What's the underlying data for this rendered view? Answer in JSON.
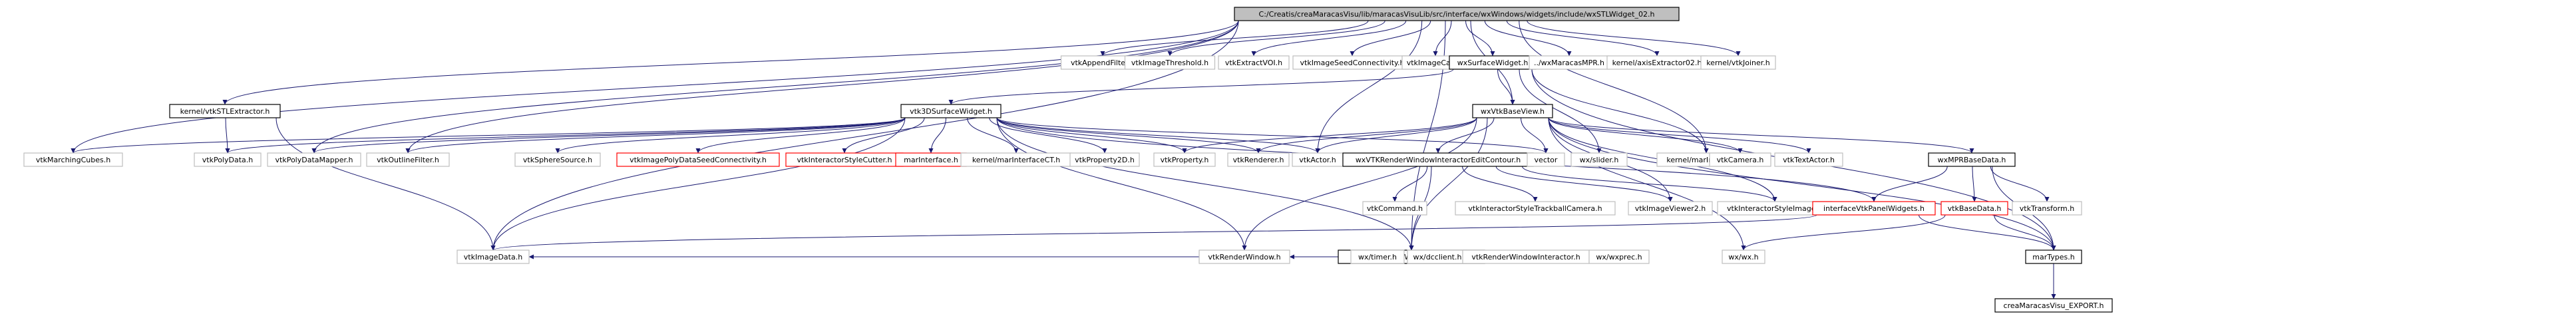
{
  "colors": {
    "edge": "#191970",
    "root_fill": "#bfbfbf",
    "plain_border": "#bfbfbf",
    "documented_border": "#000000",
    "undocumented_border": "#ff0000",
    "text": "#000000"
  },
  "root": {
    "label": "C:/Creatis/creaMaracasVisu/lib/maracasVisuLib/src/interface/wxWindows/widgets/include/wxSTLWidget_02.h"
  },
  "nodes": [
    {
      "id": "wxAppendFilter",
      "label": "vtkAppendFilter.h",
      "style": "plain"
    },
    {
      "id": "wxImageThreshold",
      "label": "vtkImageThreshold.h",
      "style": "plain"
    },
    {
      "id": "vtkExtractVOI",
      "label": "vtkExtractVOI.h",
      "style": "plain"
    },
    {
      "id": "vtkImageSeedConnectivity",
      "label": "vtkImageSeedConnectivity.h",
      "style": "plain"
    },
    {
      "id": "vtkImageCast",
      "label": "vtkImageCast.h",
      "style": "plain"
    },
    {
      "id": "wxSurfaceWidget",
      "label": "wxSurfaceWidget.h",
      "style": "documented"
    },
    {
      "id": "wxMaracasMPR",
      "label": "../wxMaracasMPR.h",
      "style": "plain"
    },
    {
      "id": "axisExtractor02",
      "label": "kernel/axisExtractor02.h",
      "style": "plain"
    },
    {
      "id": "vtkJoiner",
      "label": "kernel/vtkJoiner.h",
      "style": "plain"
    },
    {
      "id": "vtkSTLExtractor",
      "label": "kernel/vtkSTLExtractor.h",
      "style": "documented"
    },
    {
      "id": "vtk3DSurfaceWidget",
      "label": "vtk3DSurfaceWidget.h",
      "style": "documented"
    },
    {
      "id": "wxVtkBaseView",
      "label": "wxVtkBaseView.h",
      "style": "documented"
    },
    {
      "id": "wxslider",
      "label": "wx/slider.h",
      "style": "plain"
    },
    {
      "id": "marInterface",
      "label": "kernel/marInterface.h",
      "style": "plain"
    },
    {
      "id": "vtkMarchingCubes",
      "label": "vtkMarchingCubes.h",
      "style": "plain"
    },
    {
      "id": "vtkPolyData",
      "label": "vtkPolyData.h",
      "style": "plain"
    },
    {
      "id": "vtkPolyDataMapper",
      "label": "vtkPolyDataMapper.h",
      "style": "plain"
    },
    {
      "id": "vtkOutlineFilter",
      "label": "vtkOutlineFilter.h",
      "style": "plain"
    },
    {
      "id": "vtkSphereSource",
      "label": "vtkSphereSource.h",
      "style": "plain"
    },
    {
      "id": "vtkImagePolyDataSeedConnectivity",
      "label": "vtkImagePolyDataSeedConnectivity.h",
      "style": "undocumented"
    },
    {
      "id": "vtkInteractorStyleCutter",
      "label": "vtkInteractorStyleCutter.h",
      "style": "undocumented"
    },
    {
      "id": "marInterfaceH",
      "label": "marInterface.h",
      "style": "undocumented"
    },
    {
      "id": "marInterfaceCT",
      "label": "kernel/marInterfaceCT.h",
      "style": "plain"
    },
    {
      "id": "vtkProperty2D",
      "label": "vtkProperty2D.h",
      "style": "plain"
    },
    {
      "id": "vtkProperty",
      "label": "vtkProperty.h",
      "style": "plain"
    },
    {
      "id": "vtkRenderer",
      "label": "vtkRenderer.h",
      "style": "plain"
    },
    {
      "id": "vtkActor",
      "label": "vtkActor.h",
      "style": "plain"
    },
    {
      "id": "wxVTKRWIEditContour",
      "label": "wxVTKRenderWindowInteractorEditContour.h",
      "style": "documented"
    },
    {
      "id": "vector",
      "label": "vector",
      "style": "plain"
    },
    {
      "id": "vtkCamera",
      "label": "vtkCamera.h",
      "style": "plain"
    },
    {
      "id": "vtkTextActor",
      "label": "vtkTextActor.h",
      "style": "plain"
    },
    {
      "id": "wxMPRBaseData",
      "label": "wxMPRBaseData.h",
      "style": "documented"
    },
    {
      "id": "vtkCommand",
      "label": "vtkCommand.h",
      "style": "plain"
    },
    {
      "id": "vtkISTrackballCamera",
      "label": "vtkInteractorStyleTrackballCamera.h",
      "style": "plain"
    },
    {
      "id": "vtkImageViewer2",
      "label": "vtkImageViewer2.h",
      "style": "plain"
    },
    {
      "id": "vtkInteractorStyleImage",
      "label": "vtkInteractorStyleImage.h",
      "style": "plain"
    },
    {
      "id": "interfaceVtkPanelWidgets",
      "label": "interfaceVtkPanelWidgets.h",
      "style": "undocumented"
    },
    {
      "id": "vtkBaseData",
      "label": "vtkBaseData.h",
      "style": "undocumented"
    },
    {
      "id": "vtkTransform",
      "label": "vtkTransform.h",
      "style": "plain"
    },
    {
      "id": "wxVTKRWI",
      "label": "wxVTKRenderWindowInteractor.h",
      "style": "documented"
    },
    {
      "id": "vtkImageData",
      "label": "vtkImageData.h",
      "style": "plain"
    },
    {
      "id": "vtkRenderWindow",
      "label": "vtkRenderWindow.h",
      "style": "plain"
    },
    {
      "id": "wxtimer",
      "label": "wx/timer.h",
      "style": "plain"
    },
    {
      "id": "wxdcclient",
      "label": "wx/dcclient.h",
      "style": "plain"
    },
    {
      "id": "vtkRWI",
      "label": "vtkRenderWindowInteractor.h",
      "style": "plain"
    },
    {
      "id": "wxwxprec",
      "label": "wx/wxprec.h",
      "style": "plain"
    },
    {
      "id": "wxwx",
      "label": "wx/wx.h",
      "style": "plain"
    },
    {
      "id": "marTypes",
      "label": "marTypes.h",
      "style": "documented"
    },
    {
      "id": "creaExport",
      "label": "creaMaracasVisu_EXPORT.h",
      "style": "documented"
    }
  ],
  "edges": [
    [
      "root",
      "wxAppendFilter"
    ],
    [
      "root",
      "wxImageThreshold"
    ],
    [
      "root",
      "vtkExtractVOI"
    ],
    [
      "root",
      "vtkImageSeedConnectivity"
    ],
    [
      "root",
      "vtkImageCast"
    ],
    [
      "root",
      "wxSurfaceWidget"
    ],
    [
      "root",
      "wxMaracasMPR"
    ],
    [
      "root",
      "axisExtractor02"
    ],
    [
      "root",
      "vtkJoiner"
    ],
    [
      "root",
      "vtkSTLExtractor"
    ],
    [
      "root",
      "vtkMarchingCubes"
    ],
    [
      "root",
      "vtkOutlineFilter"
    ],
    [
      "root",
      "vtkActor"
    ],
    [
      "root",
      "wxVTKRWI"
    ],
    [
      "root",
      "vtkImageData"
    ],
    [
      "root",
      "marInterface"
    ],
    [
      "root",
      "vtkPolyDataMapper"
    ],
    [
      "root",
      "wxVtkBaseView"
    ],
    [
      "wxSurfaceWidget",
      "vtk3DSurfaceWidget"
    ],
    [
      "wxSurfaceWidget",
      "wxVtkBaseView"
    ],
    [
      "wxSurfaceWidget",
      "wxslider"
    ],
    [
      "wxSurfaceWidget",
      "marInterface"
    ],
    [
      "wxSurfaceWidget",
      "marTypes"
    ],
    [
      "vtkSTLExtractor",
      "vtkPolyData"
    ],
    [
      "vtkSTLExtractor",
      "vtkImageData"
    ],
    [
      "vtk3DSurfaceWidget",
      "vtkMarchingCubes"
    ],
    [
      "vtk3DSurfaceWidget",
      "vtkPolyData"
    ],
    [
      "vtk3DSurfaceWidget",
      "vtkPolyDataMapper"
    ],
    [
      "vtk3DSurfaceWidget",
      "vtkOutlineFilter"
    ],
    [
      "vtk3DSurfaceWidget",
      "vtkSphereSource"
    ],
    [
      "vtk3DSurfaceWidget",
      "vtkImagePolyDataSeedConnectivity"
    ],
    [
      "vtk3DSurfaceWidget",
      "vtkInteractorStyleCutter"
    ],
    [
      "vtk3DSurfaceWidget",
      "marInterfaceH"
    ],
    [
      "vtk3DSurfaceWidget",
      "marInterfaceCT"
    ],
    [
      "vtk3DSurfaceWidget",
      "vtkProperty2D"
    ],
    [
      "vtk3DSurfaceWidget",
      "vtkProperty"
    ],
    [
      "vtk3DSurfaceWidget",
      "vtkRenderer"
    ],
    [
      "vtk3DSurfaceWidget",
      "vtkActor"
    ],
    [
      "vtk3DSurfaceWidget",
      "vector"
    ],
    [
      "vtk3DSurfaceWidget",
      "vtkImageData"
    ],
    [
      "vtk3DSurfaceWidget",
      "vtkRenderWindow"
    ],
    [
      "vtk3DSurfaceWidget",
      "wxVTKRWI"
    ],
    [
      "vtk3DSurfaceWidget",
      "interfaceVtkPanelWidgets"
    ],
    [
      "wxVtkBaseView",
      "wxVTKRWIEditContour"
    ],
    [
      "wxVtkBaseView",
      "vtkProperty"
    ],
    [
      "wxVtkBaseView",
      "vtkRenderer"
    ],
    [
      "wxVtkBaseView",
      "vtkActor"
    ],
    [
      "wxVtkBaseView",
      "vector"
    ],
    [
      "wxVtkBaseView",
      "vtkCamera"
    ],
    [
      "wxVtkBaseView",
      "vtkTextActor"
    ],
    [
      "wxVtkBaseView",
      "wxMPRBaseData"
    ],
    [
      "wxVtkBaseView",
      "vtkImageViewer2"
    ],
    [
      "wxVtkBaseView",
      "vtkInteractorStyleImage"
    ],
    [
      "wxVtkBaseView",
      "wxVTKRWI"
    ],
    [
      "wxVtkBaseView",
      "vtkRenderWindow"
    ],
    [
      "wxVtkBaseView",
      "wxwx"
    ],
    [
      "wxVtkBaseView",
      "marTypes"
    ],
    [
      "wxVTKRWIEditContour",
      "wxVTKRWI"
    ],
    [
      "wxVTKRWIEditContour",
      "vtkCommand"
    ],
    [
      "wxVTKRWIEditContour",
      "vtkISTrackballCamera"
    ],
    [
      "wxVTKRWIEditContour",
      "vtkImageViewer2"
    ],
    [
      "wxVTKRWIEditContour",
      "vtkInteractorStyleImage"
    ],
    [
      "wxMPRBaseData",
      "interfaceVtkPanelWidgets"
    ],
    [
      "wxMPRBaseData",
      "vtkBaseData"
    ],
    [
      "wxMPRBaseData",
      "vtkTransform"
    ],
    [
      "wxMPRBaseData",
      "marTypes"
    ],
    [
      "interfaceVtkPanelWidgets",
      "marTypes"
    ],
    [
      "interfaceVtkPanelWidgets",
      "vtkImageData"
    ],
    [
      "vtkBaseData",
      "marTypes"
    ],
    [
      "vtkBaseData",
      "wxwx"
    ],
    [
      "wxVTKRWI",
      "vtkRenderWindow"
    ],
    [
      "wxVTKRWI",
      "wxtimer"
    ],
    [
      "wxVTKRWI",
      "wxdcclient"
    ],
    [
      "wxVTKRWI",
      "vtkRWI"
    ],
    [
      "wxVTKRWI",
      "wxwxprec"
    ],
    [
      "wxVTKRWI",
      "vtkImageData"
    ],
    [
      "marTypes",
      "creaExport"
    ]
  ]
}
